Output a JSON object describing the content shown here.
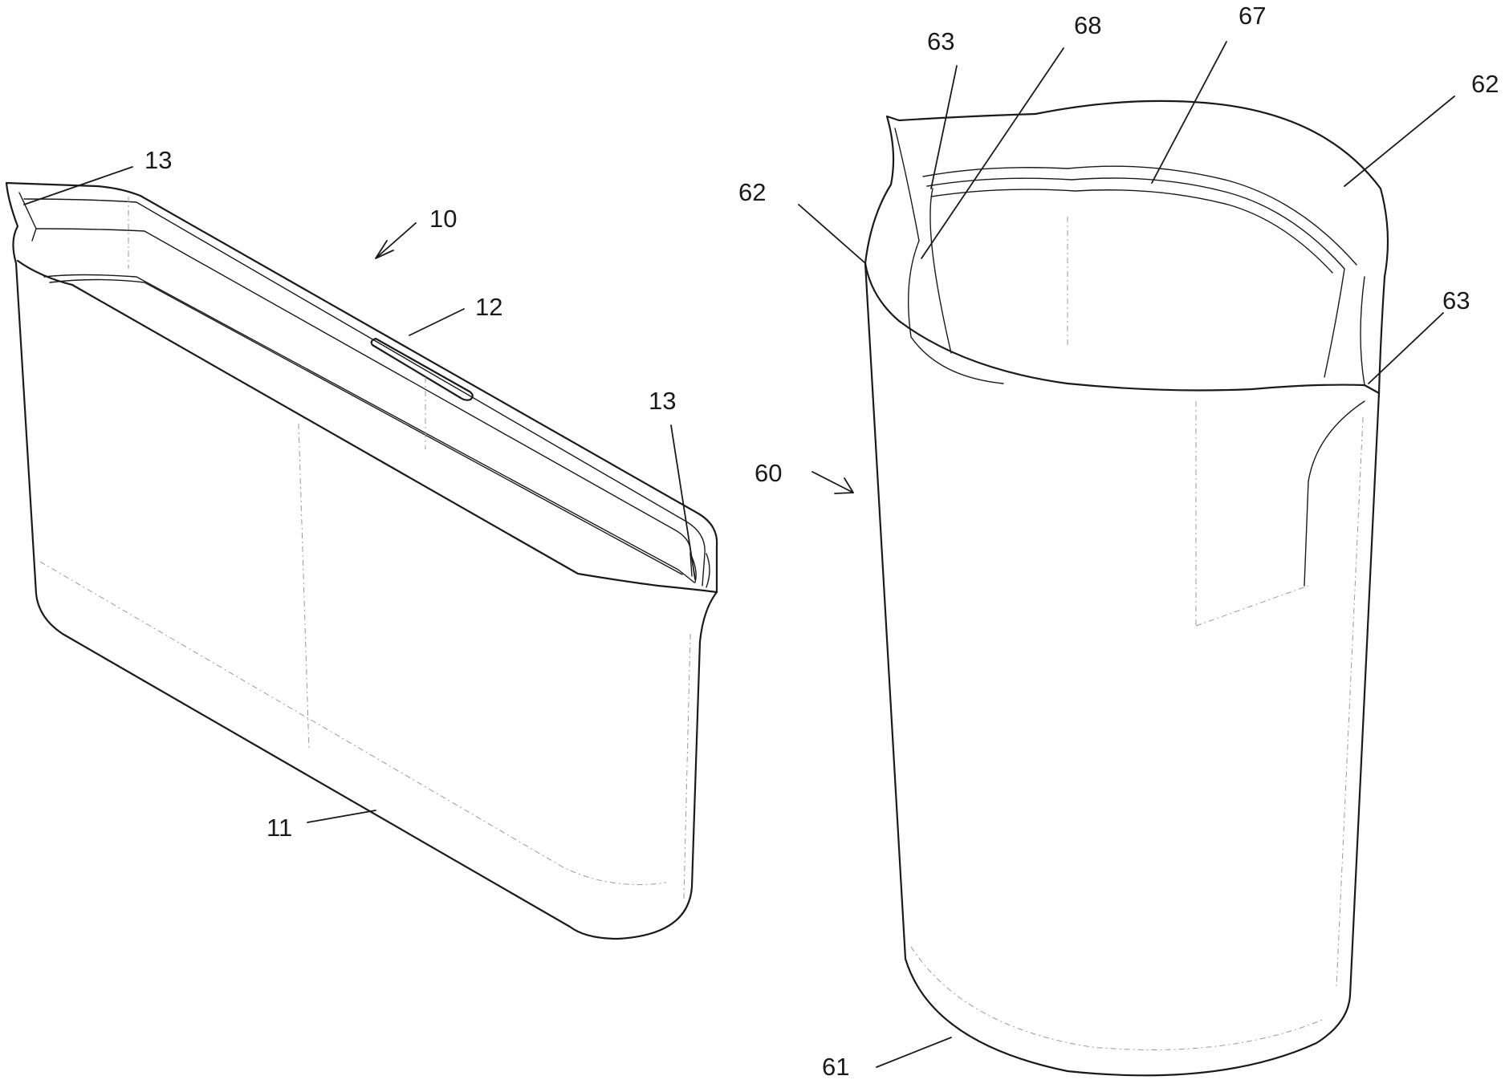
{
  "figure": {
    "reference_numerals": {
      "flat_bag": "10",
      "flat_bag_body": "11",
      "flat_bag_slot": "12",
      "flat_bag_corner_left": "13",
      "flat_bag_corner_right": "13",
      "round_bag": "60",
      "round_bag_bottom": "61",
      "round_bag_rim_left": "62",
      "round_bag_rim_right": "62",
      "round_bag_notch_left": "63",
      "round_bag_notch_right": "63",
      "round_bag_inner_rim": "67",
      "round_bag_seam": "68"
    }
  }
}
